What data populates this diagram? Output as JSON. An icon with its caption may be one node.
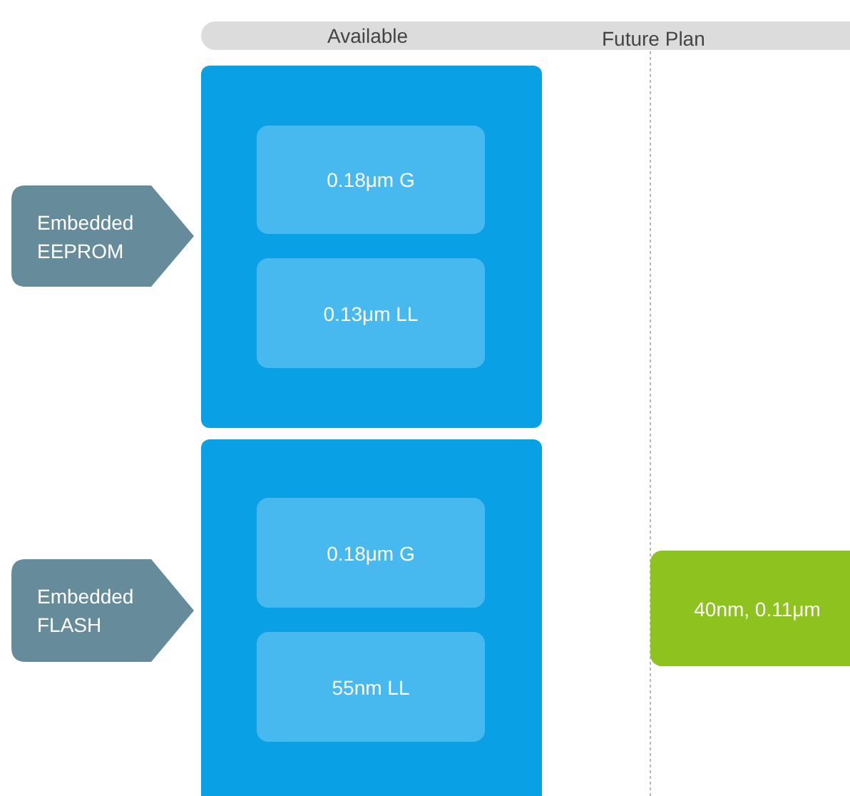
{
  "diagram": {
    "nodes": [
      {
        "text": [
          "Embedded EEPROM"
        ]
      },
      {
        "text": [],
        "shape": "box"
      },
      {
        "text": [
          "0.18μm G"
        ],
        "in": 1
      },
      {
        "text": [
          "0.13μm LL"
        ],
        "in": 1
      },
      {
        "text": [
          "Embedded FLASH"
        ]
      },
      {
        "text": [],
        "shape": "box"
      },
      {
        "text": [
          "0.18μm G"
        ],
        "in": 5
      },
      {
        "text": [
          "55nm LL"
        ],
        "in": 5
      },
      {
        "text": [
          "40nm, 0.11μm"
        ]
      }
    ],
    "edges": [],
    "labels": [
      "Available",
      "Future Plan"
    ]
  }
}
